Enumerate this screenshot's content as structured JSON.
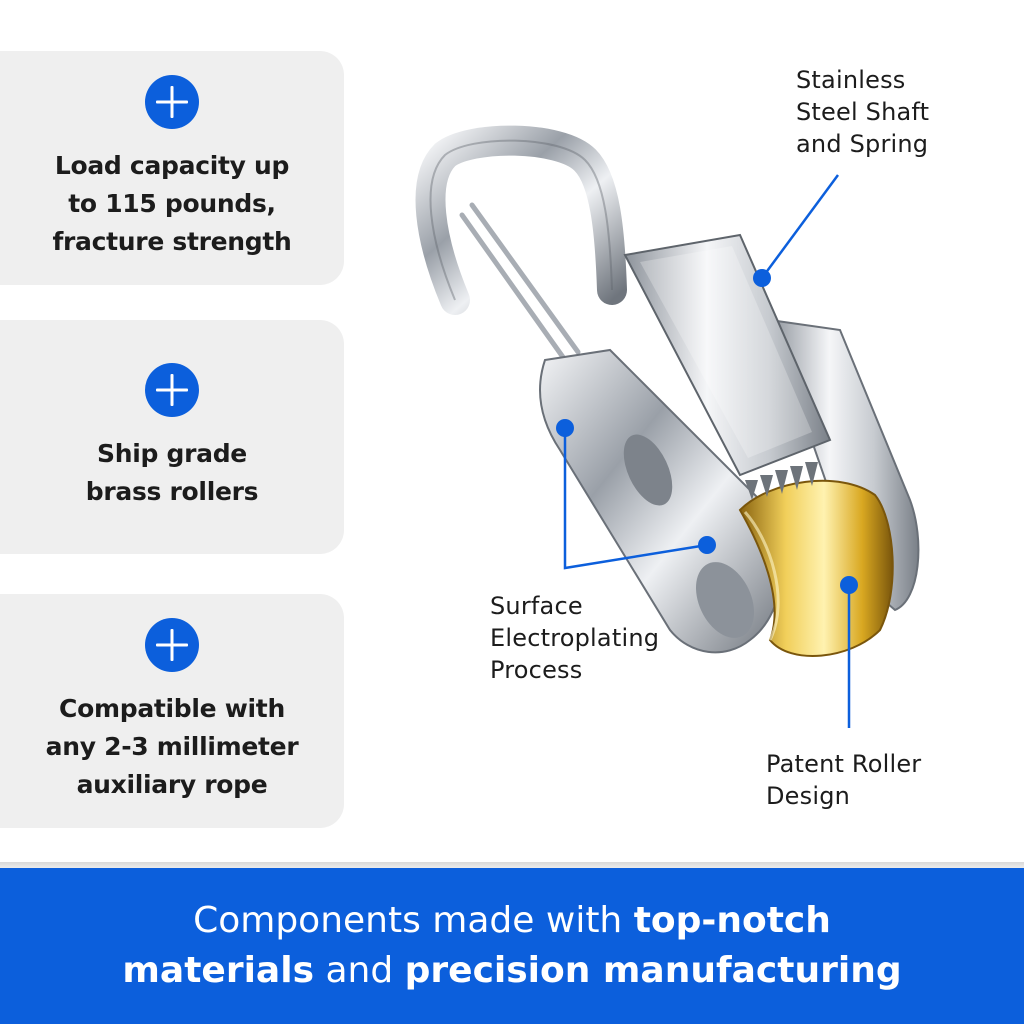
{
  "features": [
    {
      "text": "Load capacity up\nto 115 pounds,\nfracture strength",
      "icon": "plus-icon"
    },
    {
      "text": "Ship grade\nbrass rollers",
      "icon": "plus-icon"
    },
    {
      "text": "Compatible with\nany 2-3 millimeter\nauxiliary rope",
      "icon": "plus-icon"
    }
  ],
  "callouts": {
    "steel": "Stainless\nSteel Shaft\nand Spring",
    "surface": "Surface\nElectroplating\nProcess",
    "roller": "Patent Roller\nDesign"
  },
  "banner": {
    "line1_regular": "Components made with ",
    "line1_bold": "top-notch",
    "line2_bold_a": "materials",
    "line2_regular": " and ",
    "line2_bold_b": "precision manufacturing"
  },
  "colors": {
    "accent": "#0c5fdc",
    "card_bg": "#efefef",
    "brass": "#d9a821",
    "chrome": "#c9ccd1"
  }
}
